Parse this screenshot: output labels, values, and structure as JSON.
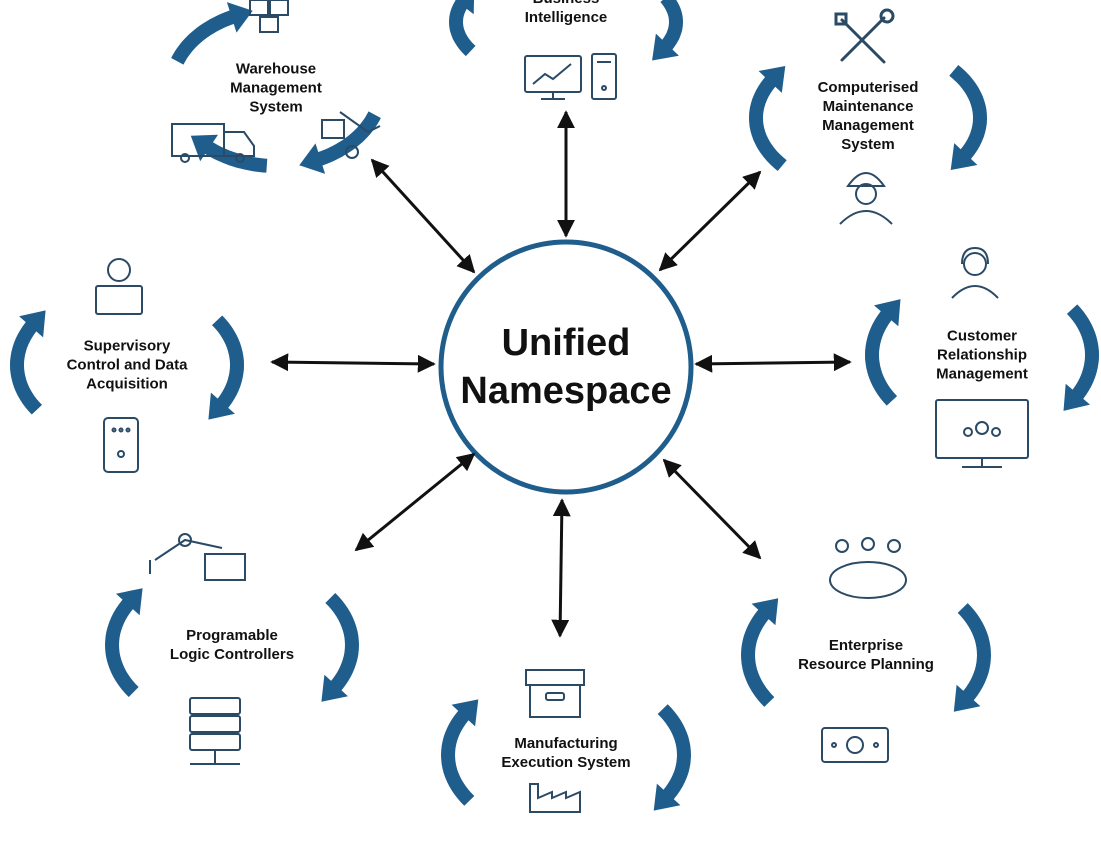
{
  "colors": {
    "accent": "#1f5d8c",
    "arrow": "#111111",
    "icon": "#2b4a66",
    "text": "#111111"
  },
  "hub": {
    "line1": "Unified",
    "line2": "Namespace"
  },
  "nodes": [
    {
      "id": "business-intelligence",
      "lines": [
        "Business",
        "Intelligence"
      ],
      "icon": "computer-chart-icon"
    },
    {
      "id": "computerised-maintenance",
      "lines": [
        "Computerised",
        "Maintenance",
        "Management",
        "System"
      ],
      "icon": "wrench-screwdriver-icon"
    },
    {
      "id": "customer-relationship",
      "lines": [
        "Customer",
        "Relationship",
        "Management"
      ],
      "icon": "headset-user-icon"
    },
    {
      "id": "enterprise-resource-planning",
      "lines": [
        "Enterprise",
        "Resource Planning"
      ],
      "icon": "meeting-team-icon"
    },
    {
      "id": "manufacturing-execution",
      "lines": [
        "Manufacturing",
        "Execution System"
      ],
      "icon": "factory-icon"
    },
    {
      "id": "programable-logic-controllers",
      "lines": [
        "Programable",
        "Logic Controllers"
      ],
      "icon": "robot-arm-icon"
    },
    {
      "id": "supervisory-control",
      "lines": [
        "Supervisory",
        "Control and Data",
        "Acquisition"
      ],
      "icon": "operator-laptop-icon"
    },
    {
      "id": "warehouse-management",
      "lines": [
        "Warehouse",
        "Management",
        "System"
      ],
      "icon": "boxes-truck-icon"
    }
  ]
}
